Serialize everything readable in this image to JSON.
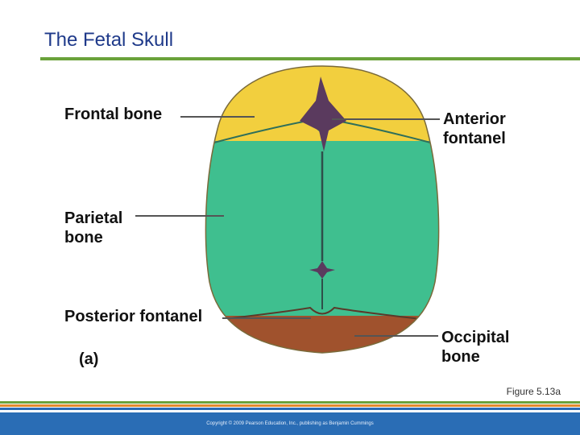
{
  "slide": {
    "title": "The Fetal Skull"
  },
  "labels": {
    "frontal_bone": "Frontal bone",
    "anterior_fontanel": [
      "Anterior",
      "fontanel"
    ],
    "parietal_bone": [
      "Parietal",
      "bone"
    ],
    "posterior_fontanel": "Posterior fontanel",
    "occipital_bone": [
      "Occipital",
      "bone"
    ],
    "panel": "(a)"
  },
  "figure_ref": "Figure 5.13a",
  "footer": {
    "copyright": "Copyright © 2009 Pearson Education, Inc., publishing as Benjamin Cummings"
  },
  "colors": {
    "title": "#1f3a8a",
    "frontal": "#f2cf3e",
    "parietal": "#3fbf8f",
    "occipital": "#a0522d",
    "fontanel": "#5a3a5e",
    "accent_green": "#6aa23a",
    "accent_orange": "#e08a2c",
    "accent_blue": "#2a6db5"
  }
}
